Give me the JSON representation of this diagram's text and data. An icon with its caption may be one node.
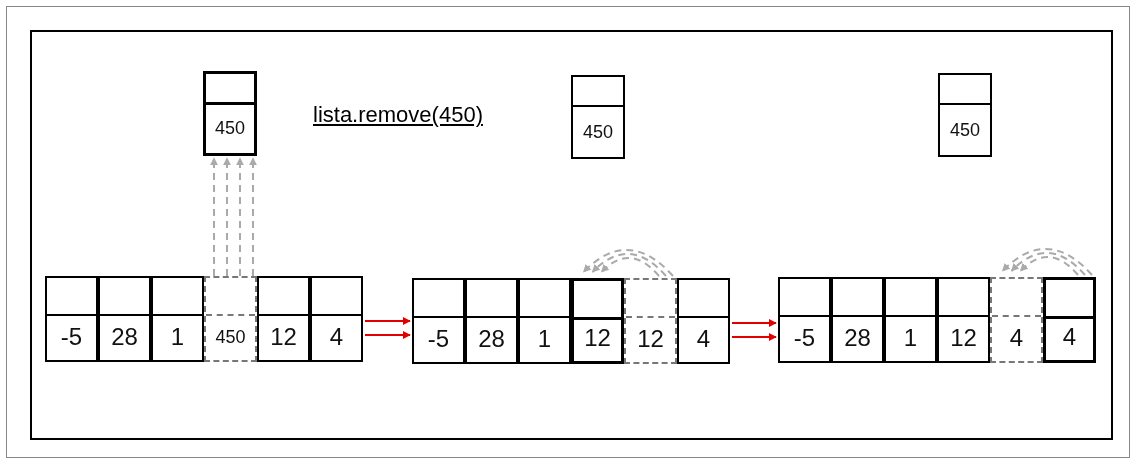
{
  "diagram": {
    "nodes": [
      {
        "text": [
          "450"
        ]
      },
      {
        "text": [
          "450"
        ]
      },
      {
        "text": [
          "450"
        ]
      },
      {
        "text": [
          "-5"
        ]
      },
      {
        "text": [
          "28"
        ]
      },
      {
        "text": [
          "1"
        ]
      },
      {
        "text": [
          "450"
        ]
      },
      {
        "text": [
          "12"
        ]
      },
      {
        "text": [
          "4"
        ]
      },
      {
        "text": [
          "-5"
        ]
      },
      {
        "text": [
          "28"
        ]
      },
      {
        "text": [
          "1"
        ]
      },
      {
        "text": [
          "12"
        ]
      },
      {
        "text": [
          "12"
        ]
      },
      {
        "text": [
          "4"
        ]
      },
      {
        "text": [
          "-5"
        ]
      },
      {
        "text": [
          "28"
        ]
      },
      {
        "text": [
          "1"
        ]
      },
      {
        "text": [
          "12"
        ]
      },
      {
        "text": [
          "4"
        ]
      },
      {
        "text": [
          "4"
        ]
      }
    ],
    "edges": [
      {
        "from": 6,
        "to": 0,
        "arrow": "to",
        "style": "dashed"
      },
      {
        "from": 6,
        "to": 0,
        "arrow": "to",
        "style": "dashed"
      },
      {
        "from": 6,
        "to": 0,
        "arrow": "to",
        "style": "dashed"
      },
      {
        "from": 6,
        "to": 0,
        "arrow": "to",
        "style": "dashed"
      },
      {
        "from": 8,
        "to": 9,
        "arrow": "to",
        "color": "#e00000"
      },
      {
        "from": 8,
        "to": 9,
        "arrow": "to",
        "color": "#e00000"
      },
      {
        "from": 13,
        "to": 12,
        "arrow": "to",
        "style": "dashed"
      },
      {
        "from": 13,
        "to": 12,
        "arrow": "to",
        "style": "dashed"
      },
      {
        "from": 13,
        "to": 12,
        "arrow": "to",
        "style": "dashed"
      },
      {
        "from": 14,
        "to": 15,
        "arrow": "to",
        "color": "#e00000"
      },
      {
        "from": 14,
        "to": 15,
        "arrow": "to",
        "color": "#e00000"
      },
      {
        "from": 20,
        "to": 19,
        "arrow": "to",
        "style": "dashed"
      },
      {
        "from": 20,
        "to": 19,
        "arrow": "to",
        "style": "dashed"
      },
      {
        "from": 20,
        "to": 19,
        "arrow": "to",
        "style": "dashed"
      }
    ],
    "labels": [
      "lista.remove(450)"
    ]
  }
}
